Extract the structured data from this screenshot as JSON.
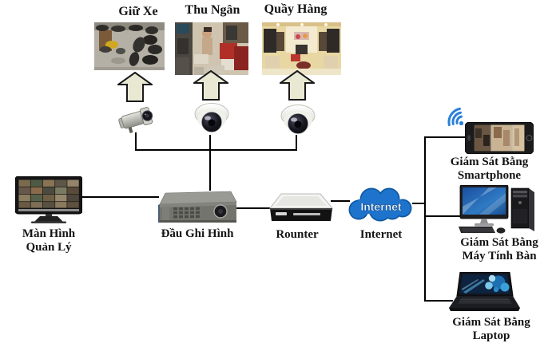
{
  "diagram_title": "CCTV surveillance system network diagram",
  "camera_views": [
    {
      "label": "Giữ Xe"
    },
    {
      "label": "Thu Ngân"
    },
    {
      "label": "Quầy Hàng"
    }
  ],
  "monitor": {
    "line1": "Màn Hình",
    "line2": "Quản Lý"
  },
  "dvr": {
    "label": "Đầu Ghi Hình"
  },
  "router": {
    "label": "Rounter"
  },
  "internet": {
    "cloud_text": "Internet",
    "label": "Internet"
  },
  "smartphone": {
    "line1": "Giám Sát Bằng",
    "line2": "Smartphone"
  },
  "desktop": {
    "line1": "Giám Sát Bằng",
    "line2": "Máy Tính Bàn"
  },
  "laptop": {
    "line1": "Giám Sát Bằng",
    "line2": "Laptop"
  },
  "colors": {
    "cloud_blue": "#1e74cd",
    "cloud_outline": "#0f57a0",
    "wifi_blue": "#2a80d8",
    "arrow_fill": "#e9e8d3",
    "connector_line": "#000000"
  }
}
